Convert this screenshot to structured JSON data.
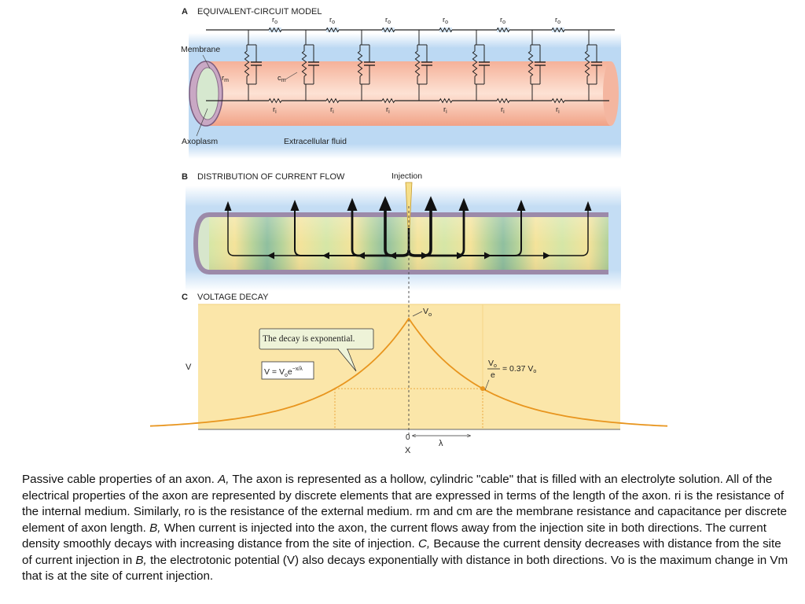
{
  "panel_a": {
    "letter": "A",
    "title": "EQUIVALENT-CIRCUIT MODEL",
    "membrane_label": "Membrane",
    "axoplasm_label": "Axoplasm",
    "fluid_label": "Extracellular fluid",
    "ro_base": "r",
    "ro_sub": "o",
    "ri_base": "r",
    "ri_sub": "i",
    "rm_base": "r",
    "rm_sub": "m",
    "cm_base": "c",
    "cm_sub": "m"
  },
  "panel_b": {
    "letter": "B",
    "title": "DISTRIBUTION OF CURRENT FLOW",
    "injection_label": "Injection"
  },
  "panel_c": {
    "letter": "C",
    "title": "VOLTAGE DECAY",
    "y_axis_label": "V",
    "x_axis_label": "X",
    "zero_label": "0",
    "lambda_label": "λ",
    "peak_base": "V",
    "peak_sub": "o",
    "callout": "The decay is exponential.",
    "formula_lhs": "V = V",
    "formula_sub": "o",
    "formula_e": "e",
    "formula_exp": "−x/λ",
    "ratio_num_base": "V",
    "ratio_num_sub": "o",
    "ratio_den": "e",
    "ratio_rhs": "= 0.37 V",
    "ratio_rhs_sub": "o",
    "colors": {
      "curve": "#e8951e",
      "plot_bg": "#fbe6a9"
    }
  },
  "chart_data": {
    "type": "line",
    "title": "VOLTAGE DECAY",
    "xlabel": "X",
    "ylabel": "V",
    "curve": "V = Vo·e^(−|x|/λ)",
    "x_lambda": [
      -3.5,
      -3,
      -2.5,
      -2,
      -1.5,
      -1,
      -0.5,
      0,
      0.5,
      1,
      1.5,
      2,
      2.5,
      3,
      3.5
    ],
    "values_fraction_of_Vo": [
      0.03,
      0.05,
      0.08,
      0.14,
      0.22,
      0.37,
      0.61,
      1.0,
      0.61,
      0.37,
      0.22,
      0.14,
      0.08,
      0.05,
      0.03
    ],
    "annotations": [
      "The decay is exponential.",
      "Vo/e = 0.37 Vo"
    ]
  },
  "caption": {
    "p1": "Passive cable properties of an axon. ",
    "a": "A,",
    "p2": " The axon is represented as a hollow, cylindric \"cable\" that is filled with an electrolyte solution. All of the electrical properties of the axon are represented by discrete elements that are expressed in terms of the length of the axon. ri is the resistance of the internal medium. Similarly, ro is the resistance of the external medium. rm and cm are the membrane resistance and capacitance per discrete element of axon length. ",
    "b": "B,",
    "p3": " When current is injected into the axon, the current flows away from the injection site in both directions. The current density smoothly decays with increasing distance from the site of injection. ",
    "c": "C,",
    "p4": " Because the current density decreases with distance from the site of current injection in ",
    "b2": "B,",
    "p5": " the electrotonic potential (V) also decays exponentially with distance in both directions. Vo is the maximum change in Vm that is at the site of current injection."
  }
}
